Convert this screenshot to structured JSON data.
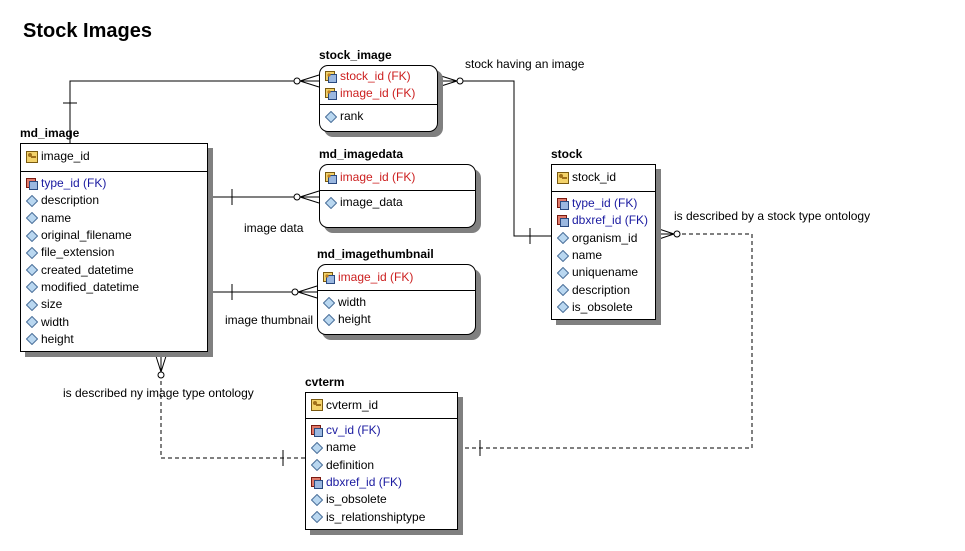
{
  "title": "Stock Images",
  "entities": {
    "stock_image": {
      "name": "stock_image",
      "keys": [
        "stock_id (FK)",
        "image_id (FK)"
      ],
      "attrs": [
        "rank"
      ]
    },
    "md_image": {
      "name": "md_image",
      "keys": [
        "image_id"
      ],
      "attrs": [
        "type_id (FK)",
        "description",
        "name",
        "original_filename",
        "file_extension",
        "created_datetime",
        "modified_datetime",
        "size",
        "width",
        "height"
      ]
    },
    "md_imagedata": {
      "name": "md_imagedata",
      "keys": [
        "image_id (FK)"
      ],
      "attrs": [
        "image_data"
      ]
    },
    "md_imagethumbnail": {
      "name": "md_imagethumbnail",
      "keys": [
        "image_id (FK)"
      ],
      "attrs": [
        "width",
        "height"
      ]
    },
    "stock": {
      "name": "stock",
      "keys": [
        "stock_id"
      ],
      "attrs": [
        "type_id (FK)",
        "dbxref_id (FK)",
        "organism_id",
        "name",
        "uniquename",
        "description",
        "is_obsolete"
      ]
    },
    "cvterm": {
      "name": "cvterm",
      "keys": [
        "cvterm_id"
      ],
      "attrs": [
        "cv_id (FK)",
        "name",
        "definition",
        "dbxref_id (FK)",
        "is_obsolete",
        "is_relationshiptype"
      ]
    }
  },
  "relationships": {
    "stock_having_image": "stock having an image",
    "image_data": "image data",
    "image_thumbnail": "image thumbnail",
    "stock_type": "is described by a stock type ontology",
    "image_type": "is described ny image type ontology"
  },
  "colors": {
    "fk": "#1a1aa0",
    "fk_pk": "#cc1f1f",
    "shadow": "#808080",
    "line": "#000000"
  },
  "icons": {
    "primary_key": "key-icon",
    "foreign_key": "foreign-key-icon",
    "foreign_primary_key": "foreign-primary-key-icon",
    "attribute": "attribute-diamond-icon"
  }
}
